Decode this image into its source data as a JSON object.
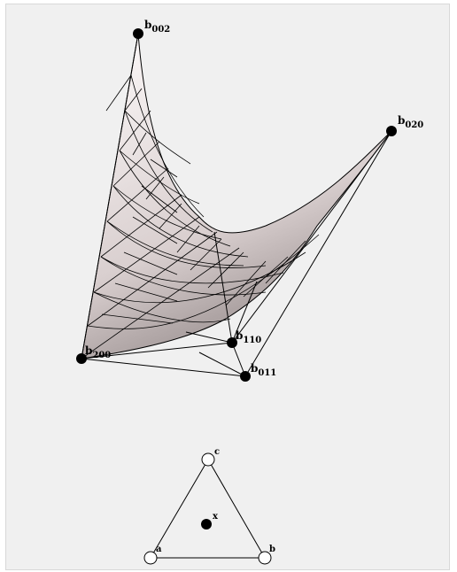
{
  "control_points": {
    "b002": "b002",
    "b020": "b020",
    "b200": "b200",
    "b110": "b110",
    "b011": "b011"
  },
  "triangle_vertices": {
    "a": "a",
    "b": "b",
    "c": "c",
    "x": "x"
  },
  "colors": {
    "surface_light": "#f4eeee",
    "surface_mid": "#d8cccc",
    "surface_dark": "#9a8f8f",
    "line": "#000000",
    "point_fill": "#000000",
    "hollow_fill": "#ffffff",
    "background": "#f0f0f0"
  }
}
